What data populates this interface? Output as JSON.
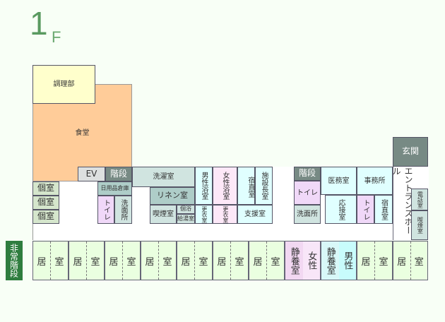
{
  "floor": {
    "number": "1",
    "unit": "F"
  },
  "rooms": {
    "kitchen": "調理部",
    "dining": "食堂",
    "ev": "EV",
    "stairs_left": "階段",
    "private1": "個室",
    "private2": "個室",
    "private3": "個室",
    "storage": "日用品倉庫",
    "toilet_left": "トイレ",
    "washroom_left": "洗面所",
    "laundry": "洗濯室",
    "linen": "リネン室",
    "smoking_left": "喫煙室",
    "private_bath": "個浴",
    "hot_water": "給湯室",
    "male_bath": "男性浴室",
    "changing1": "更衣室",
    "female_bath": "女性浴室",
    "changing2": "更衣室",
    "night_duty_left": "宿直室",
    "director": "施設長室",
    "support": "支援室",
    "stairs_right": "階段",
    "toilet_right": "トイレ",
    "washroom_right": "洗面所",
    "medical": "医務室",
    "office": "事務所",
    "reception": "応接室",
    "toilet_office": "トイレ",
    "night_duty_right": "宿直室",
    "entrance": "玄関",
    "entrance_hall": "エントランスホール",
    "phone": "電話室",
    "smoking_right": "喫煙室",
    "emergency_stairs": "非常階段"
  },
  "living_rooms": [
    {
      "a": "居",
      "b": "室"
    },
    {
      "a": "居",
      "b": "室"
    },
    {
      "a": "居",
      "b": "室"
    },
    {
      "a": "居",
      "b": "室"
    },
    {
      "a": "居",
      "b": "室"
    },
    {
      "a": "居",
      "b": "室"
    },
    {
      "a": "居",
      "b": "室"
    },
    {
      "a": "静養室",
      "b": "女性"
    },
    {
      "a": "静養室",
      "b": "男性"
    },
    {
      "a": "居",
      "b": "室"
    },
    {
      "a": "居",
      "b": "室"
    }
  ]
}
